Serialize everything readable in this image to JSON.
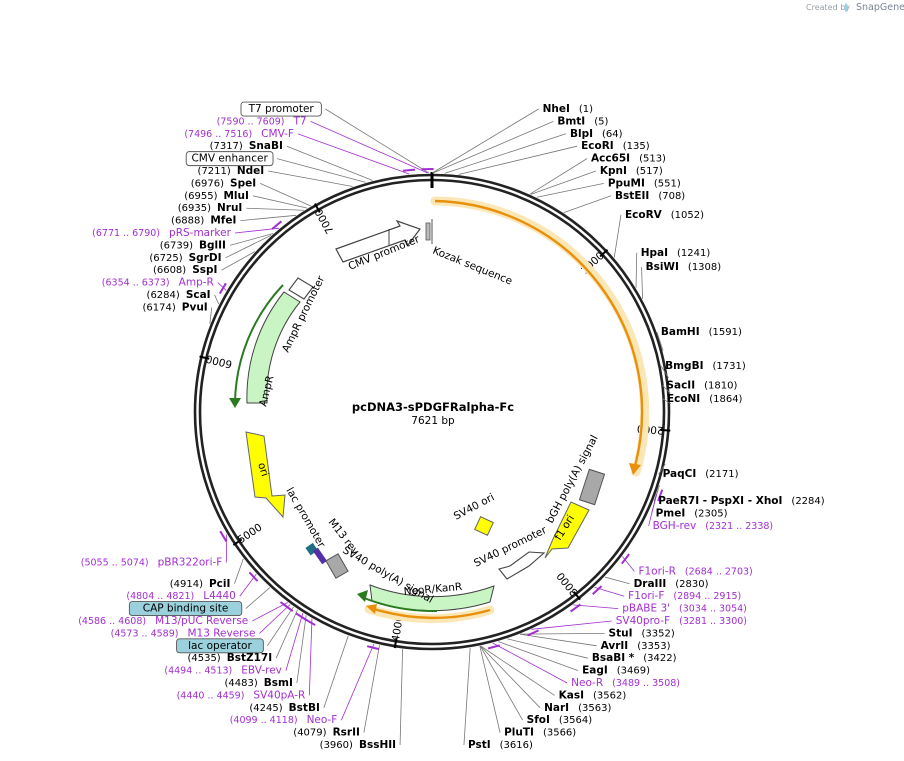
{
  "header": {
    "created_by": "Created by",
    "brand": "SnapGene"
  },
  "plasmid": {
    "name": "pcDNA3-sPDGFRalpha-Fc",
    "length_label": "7621 bp",
    "length": 7621
  },
  "ticks": [
    {
      "bp": 1000,
      "label": "1000"
    },
    {
      "bp": 2000,
      "label": "2000"
    },
    {
      "bp": 3000,
      "label": "3000"
    },
    {
      "bp": 4000,
      "label": "4000"
    },
    {
      "bp": 5000,
      "label": "5000"
    },
    {
      "bp": 6000,
      "label": "6000"
    },
    {
      "bp": 7000,
      "label": "7000"
    }
  ],
  "enzymes": [
    {
      "name": "NheI",
      "pos": "(1)",
      "bp": 1
    },
    {
      "name": "BmtI",
      "pos": "(5)",
      "bp": 5
    },
    {
      "name": "BlpI",
      "pos": "(64)",
      "bp": 64
    },
    {
      "name": "EcoRI",
      "pos": "(135)",
      "bp": 135
    },
    {
      "name": "Acc65I",
      "pos": "(513)",
      "bp": 513
    },
    {
      "name": "KpnI",
      "pos": "(517)",
      "bp": 517
    },
    {
      "name": "PpuMI",
      "pos": "(551)",
      "bp": 551
    },
    {
      "name": "BstEII",
      "pos": "(708)",
      "bp": 708
    },
    {
      "name": "EcoRV",
      "pos": "(1052)",
      "bp": 1052
    },
    {
      "name": "HpaI",
      "pos": "(1241)",
      "bp": 1241
    },
    {
      "name": "BsiWI",
      "pos": "(1308)",
      "bp": 1308
    },
    {
      "name": "BamHI",
      "pos": "(1591)",
      "bp": 1591
    },
    {
      "name": "BmgBI",
      "pos": "(1731)",
      "bp": 1731
    },
    {
      "name": "SacII",
      "pos": "(1810)",
      "bp": 1810
    },
    {
      "name": "EcoNI",
      "pos": "(1864)",
      "bp": 1864
    },
    {
      "name": "PaqCI",
      "pos": "(2171)",
      "bp": 2171
    },
    {
      "name": "PaeR7I - PspXI - XhoI",
      "pos": "(2284)",
      "bp": 2284
    },
    {
      "name": "PmeI",
      "pos": "(2305)",
      "bp": 2305
    },
    {
      "name": "DraIII",
      "pos": "(2830)",
      "bp": 2830
    },
    {
      "name": "StuI",
      "pos": "(3352)",
      "bp": 3352
    },
    {
      "name": "AvrII",
      "pos": "(3353)",
      "bp": 3353
    },
    {
      "name": "BsaBI *",
      "pos": "(3422)",
      "bp": 3422
    },
    {
      "name": "EagI",
      "pos": "(3469)",
      "bp": 3469
    },
    {
      "name": "KasI",
      "pos": "(3562)",
      "bp": 3562
    },
    {
      "name": "NarI",
      "pos": "(3563)",
      "bp": 3563
    },
    {
      "name": "SfoI",
      "pos": "(3564)",
      "bp": 3564
    },
    {
      "name": "PluTI",
      "pos": "(3566)",
      "bp": 3566
    },
    {
      "name": "PstI",
      "pos": "(3616)",
      "bp": 3616
    },
    {
      "name": "BssHII",
      "pos": "(3960)",
      "bp": 3960
    },
    {
      "name": "RsrII",
      "pos": "(4079)",
      "bp": 4079
    },
    {
      "name": "BstBI",
      "pos": "(4245)",
      "bp": 4245
    },
    {
      "name": "BsmI",
      "pos": "(4483)",
      "bp": 4483
    },
    {
      "name": "BstZ17I",
      "pos": "(4535)",
      "bp": 4535
    },
    {
      "name": "PciI",
      "pos": "(4914)",
      "bp": 4914
    },
    {
      "name": "PvuI",
      "pos": "(6174)",
      "bp": 6174
    },
    {
      "name": "ScaI",
      "pos": "(6284)",
      "bp": 6284
    },
    {
      "name": "SspI",
      "pos": "(6608)",
      "bp": 6608
    },
    {
      "name": "SgrDI",
      "pos": "(6725)",
      "bp": 6725
    },
    {
      "name": "BglII",
      "pos": "(6739)",
      "bp": 6739
    },
    {
      "name": "MfeI",
      "pos": "(6888)",
      "bp": 6888
    },
    {
      "name": "NruI",
      "pos": "(6935)",
      "bp": 6935
    },
    {
      "name": "MluI",
      "pos": "(6955)",
      "bp": 6955
    },
    {
      "name": "SpeI",
      "pos": "(6976)",
      "bp": 6976
    },
    {
      "name": "NdeI",
      "pos": "(7211)",
      "bp": 7211
    },
    {
      "name": "SnaBI",
      "pos": "(7317)",
      "bp": 7317
    }
  ],
  "primers": [
    {
      "name": "T7",
      "pos": "(7590 .. 7609)",
      "bp": 7599
    },
    {
      "name": "CMV-F",
      "pos": "(7496 .. 7516)",
      "bp": 7506
    },
    {
      "name": "pRS-marker",
      "pos": "(6771 .. 6790)",
      "bp": 6780
    },
    {
      "name": "Amp-R",
      "pos": "(6354 .. 6373)",
      "bp": 6363
    },
    {
      "name": "BGH-rev",
      "pos": "(2321 .. 2338)",
      "bp": 2330
    },
    {
      "name": "F1ori-R",
      "pos": "(2684 .. 2703)",
      "bp": 2693
    },
    {
      "name": "F1ori-F",
      "pos": "(2894 .. 2915)",
      "bp": 2904
    },
    {
      "name": "pBABE 3'",
      "pos": "(3034 .. 3054)",
      "bp": 3044
    },
    {
      "name": "SV40pro-F",
      "pos": "(3281 .. 3300)",
      "bp": 3290
    },
    {
      "name": "Neo-R",
      "pos": "(3489 .. 3508)",
      "bp": 3498
    },
    {
      "name": "Neo-F",
      "pos": "(4099 .. 4118)",
      "bp": 4108
    },
    {
      "name": "SV40pA-R",
      "pos": "(4440 .. 4459)",
      "bp": 4449
    },
    {
      "name": "EBV-rev",
      "pos": "(4494 .. 4513)",
      "bp": 4503
    },
    {
      "name": "M13 Reverse",
      "pos": "(4573 .. 4589)",
      "bp": 4581
    },
    {
      "name": "M13/pUC Reverse",
      "pos": "(4586 .. 4608)",
      "bp": 4597
    },
    {
      "name": "L4440",
      "pos": "(4804 .. 4821)",
      "bp": 4812
    },
    {
      "name": "pBR322ori-F",
      "pos": "(5055 .. 5074)",
      "bp": 5064
    }
  ],
  "boxed_features": [
    {
      "name": "T7 promoter",
      "bp": 7605
    },
    {
      "name": "CMV enhancer",
      "bp": 7280
    },
    {
      "name": "CAP binding site",
      "bp": 4715
    },
    {
      "name": "lac operator",
      "bp": 4560
    }
  ],
  "inner_labels": [
    {
      "name": "CMV promoter"
    },
    {
      "name": "Kozak sequence"
    },
    {
      "name": "AmpR promoter"
    },
    {
      "name": "AmpR"
    },
    {
      "name": "ori"
    },
    {
      "name": "lac promoter"
    },
    {
      "name": "M13 rev"
    },
    {
      "name": "SV40 poly(A) signal"
    },
    {
      "name": "NeoR/KanR"
    },
    {
      "name": "SV40 promoter"
    },
    {
      "name": "f1 ori"
    },
    {
      "name": "bGH poly(A) signal"
    },
    {
      "name": "SV40 ori"
    }
  ],
  "colors": {
    "backbone": "#222222",
    "primer": "#a22ed0",
    "orange_feature": "#e8900b",
    "green_feature": "#c9f5c4",
    "yellow_feature": "#ffff00",
    "gray_feature": "#a8a8a8",
    "boxed_blue": "#9ad1dc"
  }
}
